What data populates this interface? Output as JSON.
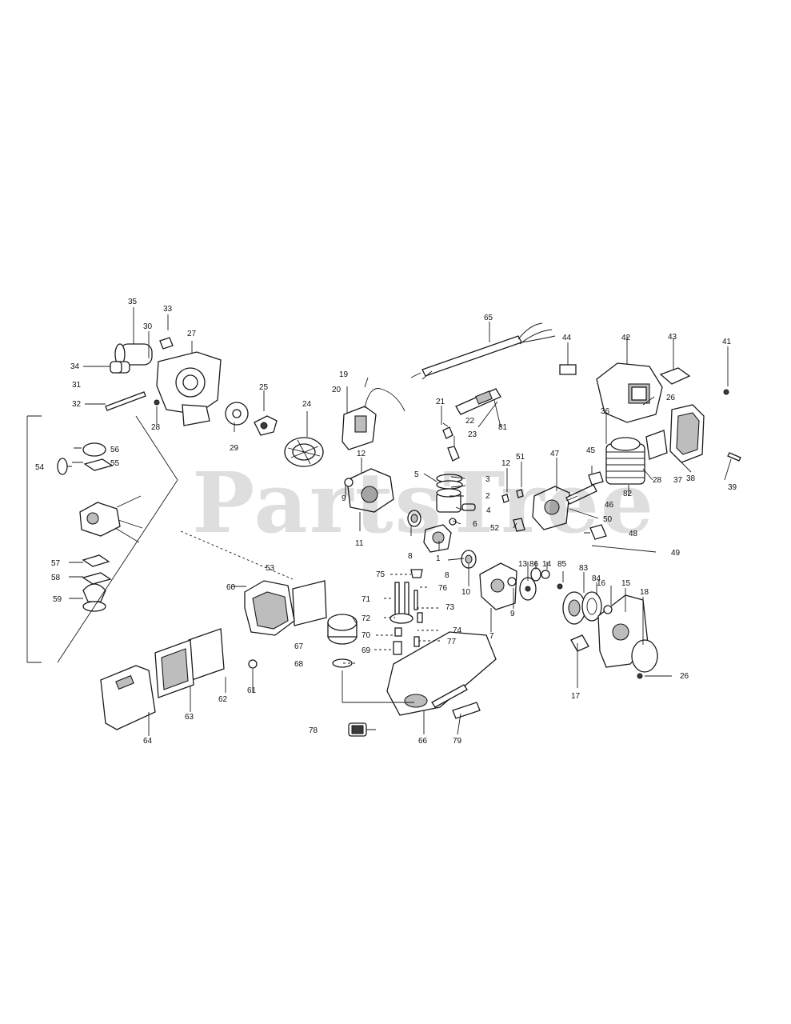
{
  "watermark": "PartsTree",
  "callouts": [
    {
      "id": "35",
      "text": "35"
    },
    {
      "id": "33",
      "text": "33"
    },
    {
      "id": "30",
      "text": "30"
    },
    {
      "id": "27",
      "text": "27"
    },
    {
      "id": "34",
      "text": "34"
    },
    {
      "id": "31",
      "text": "31"
    },
    {
      "id": "32",
      "text": "32"
    },
    {
      "id": "28a",
      "text": "28"
    },
    {
      "id": "25",
      "text": "25"
    },
    {
      "id": "29",
      "text": "29"
    },
    {
      "id": "24",
      "text": "24"
    },
    {
      "id": "19",
      "text": "19"
    },
    {
      "id": "20",
      "text": "20"
    },
    {
      "id": "65",
      "text": "65"
    },
    {
      "id": "44",
      "text": "44"
    },
    {
      "id": "42",
      "text": "42"
    },
    {
      "id": "43",
      "text": "43"
    },
    {
      "id": "41",
      "text": "41"
    },
    {
      "id": "26a",
      "text": "26"
    },
    {
      "id": "21",
      "text": "21"
    },
    {
      "id": "22",
      "text": "22"
    },
    {
      "id": "23",
      "text": "23"
    },
    {
      "id": "81",
      "text": "81"
    },
    {
      "id": "36",
      "text": "36"
    },
    {
      "id": "38",
      "text": "38"
    },
    {
      "id": "37",
      "text": "37"
    },
    {
      "id": "39",
      "text": "39"
    },
    {
      "id": "28b",
      "text": "28"
    },
    {
      "id": "82",
      "text": "82"
    },
    {
      "id": "45",
      "text": "45"
    },
    {
      "id": "47",
      "text": "47"
    },
    {
      "id": "12a",
      "text": "12"
    },
    {
      "id": "12b",
      "text": "12"
    },
    {
      "id": "51",
      "text": "51"
    },
    {
      "id": "3",
      "text": "3"
    },
    {
      "id": "5",
      "text": "5"
    },
    {
      "id": "2",
      "text": "2"
    },
    {
      "id": "4",
      "text": "4"
    },
    {
      "id": "6",
      "text": "6"
    },
    {
      "id": "9a",
      "text": "9"
    },
    {
      "id": "11",
      "text": "11"
    },
    {
      "id": "8a",
      "text": "8"
    },
    {
      "id": "1",
      "text": "1"
    },
    {
      "id": "8b",
      "text": "8"
    },
    {
      "id": "52",
      "text": "52"
    },
    {
      "id": "46",
      "text": "46"
    },
    {
      "id": "50",
      "text": "50"
    },
    {
      "id": "48",
      "text": "48"
    },
    {
      "id": "49",
      "text": "49"
    },
    {
      "id": "56",
      "text": "56"
    },
    {
      "id": "55",
      "text": "55"
    },
    {
      "id": "54",
      "text": "54"
    },
    {
      "id": "57",
      "text": "57"
    },
    {
      "id": "58",
      "text": "58"
    },
    {
      "id": "59",
      "text": "59"
    },
    {
      "id": "53",
      "text": "53"
    },
    {
      "id": "60",
      "text": "60"
    },
    {
      "id": "61",
      "text": "61"
    },
    {
      "id": "62",
      "text": "62"
    },
    {
      "id": "63",
      "text": "63"
    },
    {
      "id": "64",
      "text": "64"
    },
    {
      "id": "75",
      "text": "75"
    },
    {
      "id": "76",
      "text": "76"
    },
    {
      "id": "71",
      "text": "71"
    },
    {
      "id": "73",
      "text": "73"
    },
    {
      "id": "72",
      "text": "72"
    },
    {
      "id": "74",
      "text": "74"
    },
    {
      "id": "70",
      "text": "70"
    },
    {
      "id": "67",
      "text": "67"
    },
    {
      "id": "69",
      "text": "69"
    },
    {
      "id": "77",
      "text": "77"
    },
    {
      "id": "68",
      "text": "68"
    },
    {
      "id": "10",
      "text": "10"
    },
    {
      "id": "13",
      "text": "13"
    },
    {
      "id": "86",
      "text": "86"
    },
    {
      "id": "14",
      "text": "14"
    },
    {
      "id": "7",
      "text": "7"
    },
    {
      "id": "9b",
      "text": "9"
    },
    {
      "id": "85",
      "text": "85"
    },
    {
      "id": "83",
      "text": "83"
    },
    {
      "id": "84",
      "text": "84"
    },
    {
      "id": "15",
      "text": "15"
    },
    {
      "id": "16",
      "text": "16"
    },
    {
      "id": "18",
      "text": "18"
    },
    {
      "id": "17",
      "text": "17"
    },
    {
      "id": "26b",
      "text": "26"
    },
    {
      "id": "78",
      "text": "78"
    },
    {
      "id": "66",
      "text": "66"
    },
    {
      "id": "79",
      "text": "79"
    }
  ]
}
